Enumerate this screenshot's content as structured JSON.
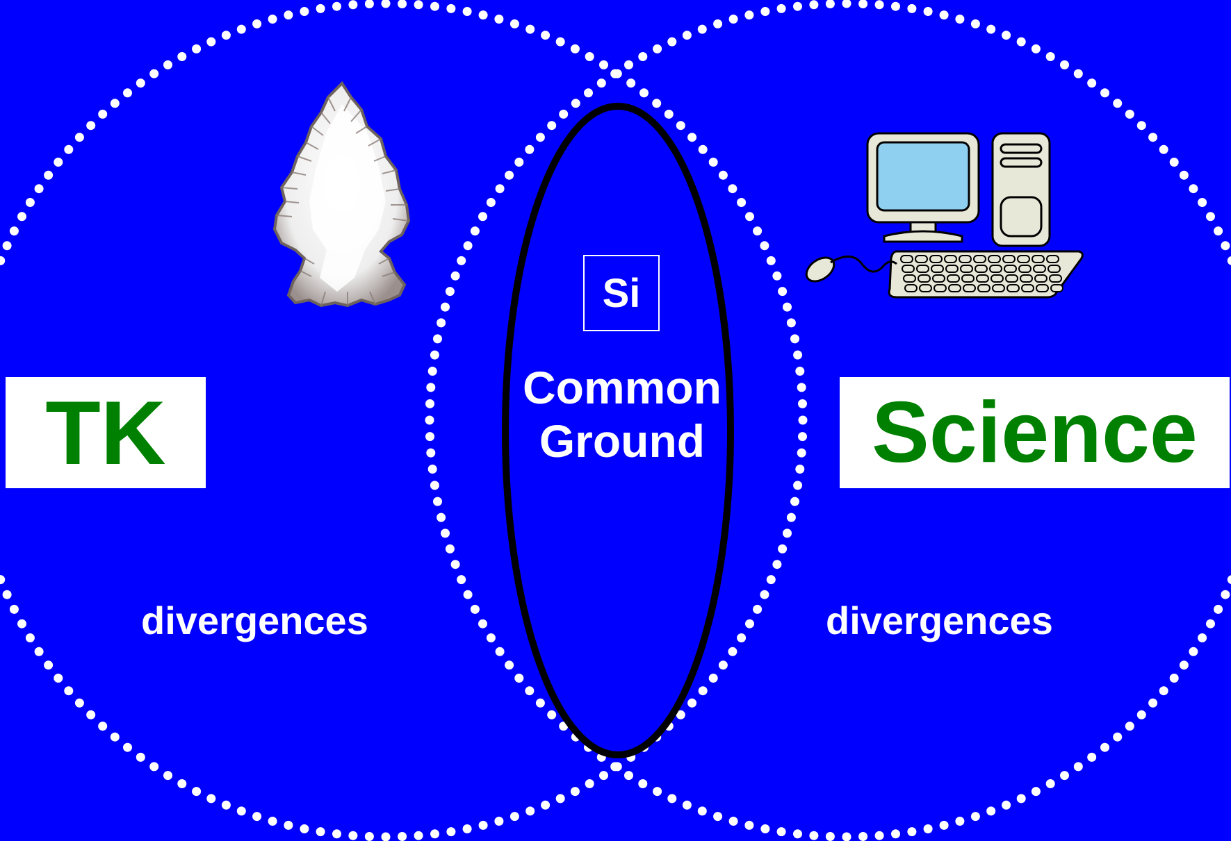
{
  "left_circle": {
    "label": "TK",
    "label_color": "#008000",
    "region_text": "divergences",
    "icon": "arrowhead-icon"
  },
  "right_circle": {
    "label": "Science",
    "label_color": "#008000",
    "region_text": "divergences",
    "icon": "computer-icon"
  },
  "overlap": {
    "symbol": "Si",
    "title_line1": "Common",
    "title_line2": "Ground"
  },
  "colors": {
    "background": "#0000ff",
    "dots": "#ffffff",
    "ellipse_stroke": "#000000",
    "label_text": "#008000",
    "label_bg": "#ffffff"
  }
}
